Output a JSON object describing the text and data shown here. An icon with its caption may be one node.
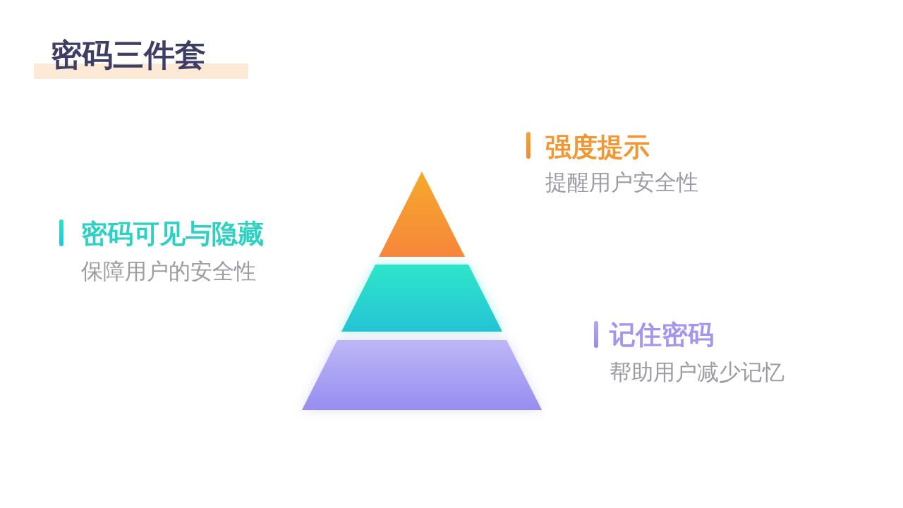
{
  "diagram": {
    "title": "密码三件套",
    "nodes": [
      {
        "text": [],
        "shape": "triangle",
        "beside": [
          "强度提示",
          "提醒用户安全性"
        ]
      },
      {
        "text": [],
        "shape": "trapezoid",
        "beside": [
          "密码可见与隐藏",
          "保障用户的安全性"
        ]
      },
      {
        "text": [],
        "shape": "trapezoid",
        "beside": [
          "记住密码",
          "帮助用户减少记忆"
        ]
      }
    ]
  }
}
